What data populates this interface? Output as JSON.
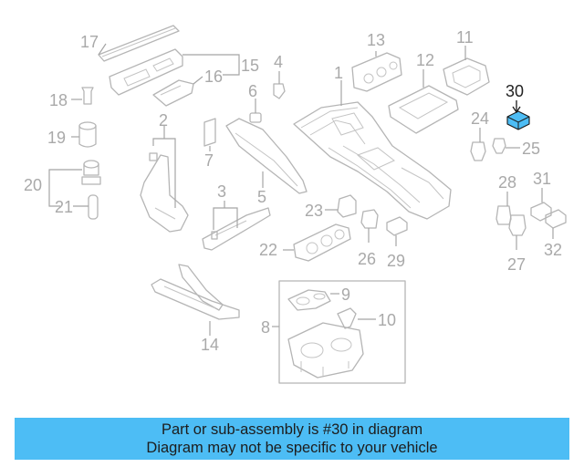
{
  "labels": {
    "l1": "1",
    "l2": "2",
    "l3": "3",
    "l4": "4",
    "l5": "5",
    "l6": "6",
    "l7": "7",
    "l8": "8",
    "l9": "9",
    "l10": "10",
    "l11": "11",
    "l12": "12",
    "l13": "13",
    "l14": "14",
    "l15": "15",
    "l16": "16",
    "l17": "17",
    "l18": "18",
    "l19": "19",
    "l20": "20",
    "l21": "21",
    "l22": "22",
    "l23": "23",
    "l24": "24",
    "l25": "25",
    "l26": "26",
    "l27": "27",
    "l28": "28",
    "l29": "29",
    "l30": "30",
    "l31": "31",
    "l32": "32"
  },
  "highlight": {
    "part": "30",
    "color": "#4dbdf5"
  },
  "caption": {
    "line1": "Part or sub-assembly is #30 in diagram",
    "line2": "Diagram may not be specific to your vehicle",
    "background": "#4dbdf5"
  }
}
